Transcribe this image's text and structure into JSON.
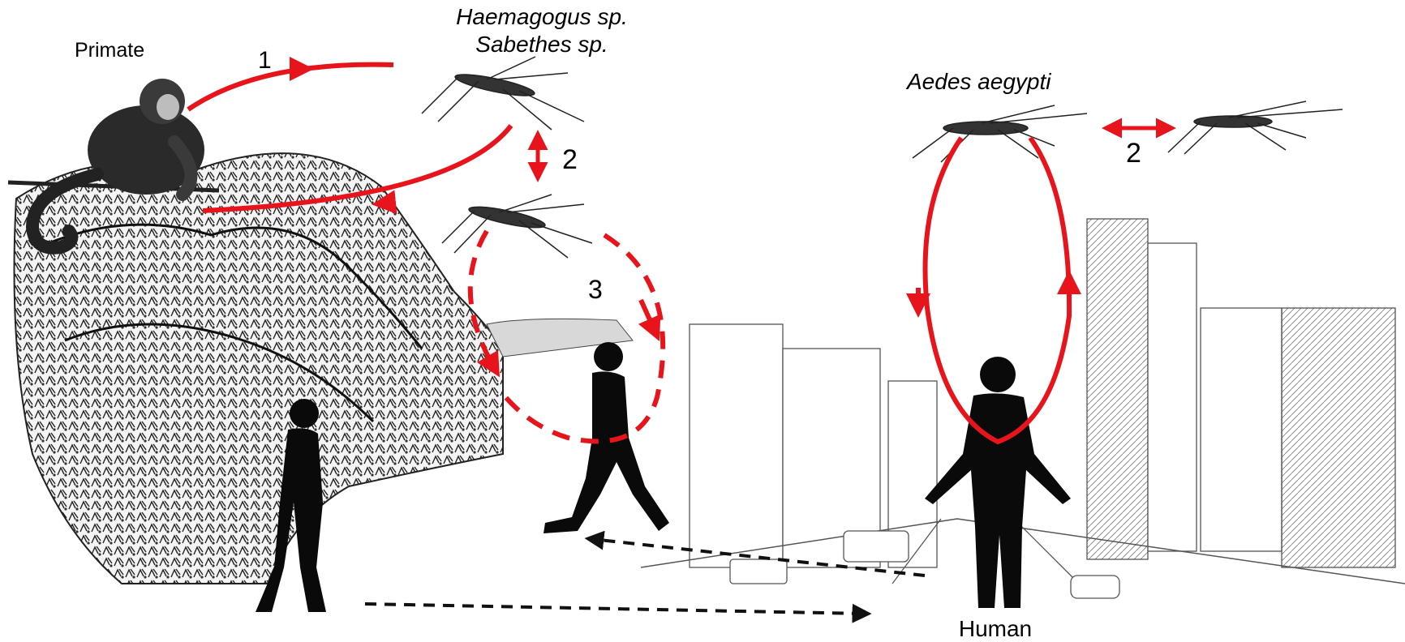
{
  "labels": {
    "primate": "Primate",
    "sylvatic_vector_1": "Haemagogus sp.",
    "sylvatic_vector_2": "Sabethes sp.",
    "urban_vector": "Aedes aegypti",
    "human": "Human",
    "cycle_1": "1",
    "cycle_2_sylvatic": "2",
    "cycle_2_urban": "2",
    "cycle_3": "3"
  },
  "colors": {
    "cycle_arrow": "#e8141b",
    "travel_arrow": "#111111",
    "silhouette": "#0a0a0a",
    "sketch_line": "#555555"
  },
  "icons": [
    "monkey-icon",
    "mosquito-icon",
    "human-silhouette-icon",
    "forest-sketch",
    "city-sketch"
  ]
}
